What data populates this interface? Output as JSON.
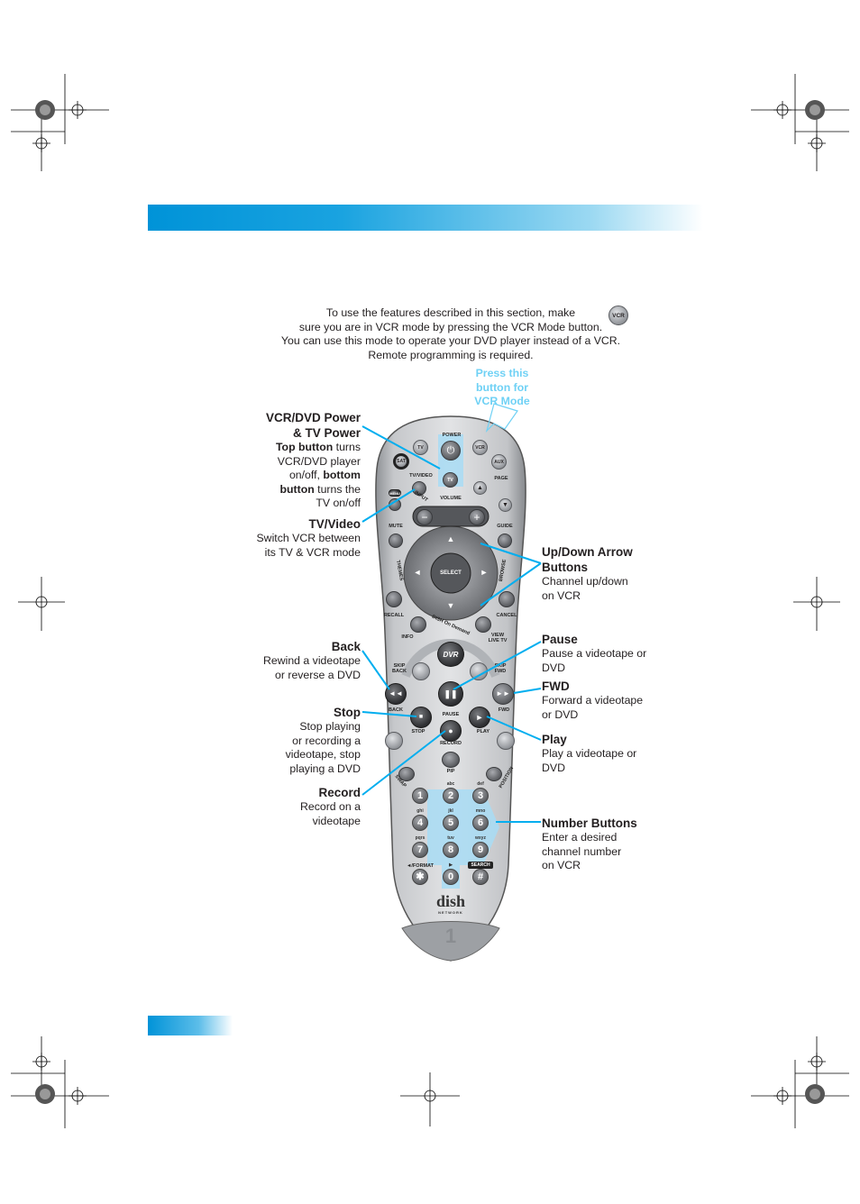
{
  "intro": {
    "lines": [
      "To use the features described in this section, make",
      "sure you are in VCR mode by pressing the VCR Mode button.",
      "You can use this mode to operate your DVD player instead of a VCR.",
      "Remote programming is required."
    ],
    "vcr_icon_label": "VCR"
  },
  "hint": {
    "lines": [
      "Press this",
      "button for",
      "VCR Mode"
    ]
  },
  "callouts_left": [
    {
      "title": [
        "VCR/DVD Power",
        "& TV Power"
      ],
      "body_html": "<b>Top button</b> turns<br>VCR/DVD player<br>on/off, <b>bottom</b><br><b>button</b> turns the<br>TV on/off"
    },
    {
      "title": [
        "TV/Video"
      ],
      "body": [
        "Switch VCR between",
        "its TV & VCR mode"
      ]
    },
    {
      "title": [
        "Back"
      ],
      "body": [
        "Rewind a videotape",
        "or reverse a DVD"
      ]
    },
    {
      "title": [
        "Stop"
      ],
      "body": [
        "Stop playing",
        "or recording a",
        "videotape, stop",
        "playing a DVD"
      ]
    },
    {
      "title": [
        "Record"
      ],
      "body": [
        "Record on a",
        "videotape"
      ]
    }
  ],
  "callouts_right": [
    {
      "title": [
        "Up/Down Arrow",
        "Buttons"
      ],
      "body": [
        "Channel up/down",
        "on VCR"
      ]
    },
    {
      "title": [
        "Pause"
      ],
      "body": [
        "Pause a videotape or",
        "DVD"
      ]
    },
    {
      "title": [
        "FWD"
      ],
      "body": [
        "Forward a videotape",
        "or DVD"
      ]
    },
    {
      "title": [
        "Play"
      ],
      "body": [
        "Play a videotape or",
        "DVD"
      ]
    },
    {
      "title": [
        "Number Buttons"
      ],
      "body": [
        "Enter a desired",
        "channel number",
        "on VCR"
      ]
    }
  ],
  "remote": {
    "labels": {
      "power": "POWER",
      "tv": "TV",
      "vcr": "VCR",
      "sat": "SAT",
      "aux": "AUX",
      "page": "PAGE",
      "tvvideo": "TV/VIDEO",
      "input": "INPUT",
      "menu": "MENU",
      "volume": "VOLUME",
      "mute": "MUTE",
      "guide": "GUIDE",
      "themes": "THEMES",
      "browse": "BROWSE",
      "select": "SELECT",
      "recall": "RECALL",
      "cancel": "CANCEL",
      "info": "INFO",
      "view_live_tv": "VIEW LIVE TV",
      "dish_on_demand": "DISH On Demand",
      "dvr": "DVR",
      "skip_back": "SKIP BACK",
      "skip_fwd": "SKIP FWD",
      "back": "BACK",
      "fwd": "FWD",
      "pause": "PAUSE",
      "stop": "STOP",
      "play": "PLAY",
      "record": "RECORD",
      "pip": "PIP",
      "swap": "SWAP",
      "position": "POSITION",
      "format": "◄/FORMAT",
      "search": "SEARCH",
      "brand": "dish",
      "brand_sub": "NETWORK",
      "model": "1"
    },
    "keypad": [
      {
        "digit": "1",
        "letters": ""
      },
      {
        "digit": "2",
        "letters": "abc"
      },
      {
        "digit": "3",
        "letters": "def"
      },
      {
        "digit": "4",
        "letters": "ghi"
      },
      {
        "digit": "5",
        "letters": "jkl"
      },
      {
        "digit": "6",
        "letters": "mno"
      },
      {
        "digit": "7",
        "letters": "pqrs"
      },
      {
        "digit": "8",
        "letters": "tuv"
      },
      {
        "digit": "9",
        "letters": "wxyz"
      },
      {
        "digit": "✱",
        "letters": ""
      },
      {
        "digit": "0",
        "letters": "▶"
      },
      {
        "digit": "#",
        "letters": ""
      }
    ]
  },
  "colors": {
    "accent": "#0093d8",
    "hint": "#6fd1f5",
    "callout_line": "#00aeef",
    "highlight": "#a8dcf5"
  }
}
